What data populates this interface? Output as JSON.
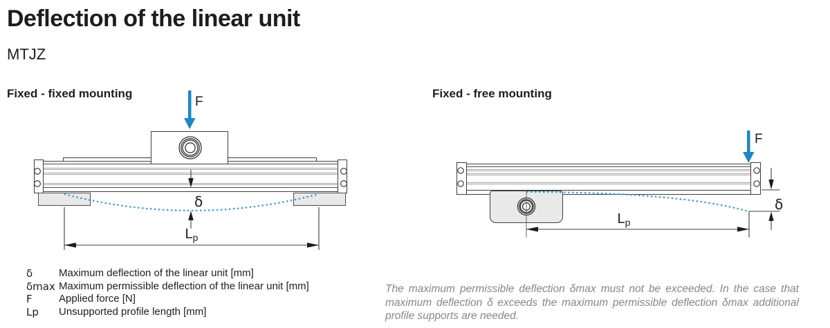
{
  "page": {
    "title": "Deflection of the linear unit",
    "subtitle": "MTJZ"
  },
  "left_diagram": {
    "heading": "Fixed - fixed mounting",
    "force": "F",
    "delta": "δ",
    "length_main": "L",
    "length_sub": "p"
  },
  "right_diagram": {
    "heading": "Fixed - free mounting",
    "force": "F",
    "delta": "δ",
    "length_main": "L",
    "length_sub": "p"
  },
  "legend": {
    "rows": [
      {
        "symbol": "δ",
        "description": "Maximum deflection of the linear unit [mm]"
      },
      {
        "symbol": "δmax",
        "description": "Maximum permissible deflection of the linear unit [mm]"
      },
      {
        "symbol": "F",
        "description": "Applied force [N]"
      },
      {
        "symbol": "Lp",
        "description": "Unsupported profile length [mm]"
      }
    ]
  },
  "note": "The maximum permissible deflection δmax must not be exceeded. In the case that maximum deflection δ exceeds the maximum permissible deflection δmax additional profile supports are needed.",
  "colors": {
    "accent_blue": "#1b87c6",
    "curve_blue": "#2e9bd4",
    "outline_dark": "#3c3c3c",
    "fill_gray": "#e9e9e9",
    "note_gray": "#868686",
    "text_dark": "#1d1d1b"
  }
}
